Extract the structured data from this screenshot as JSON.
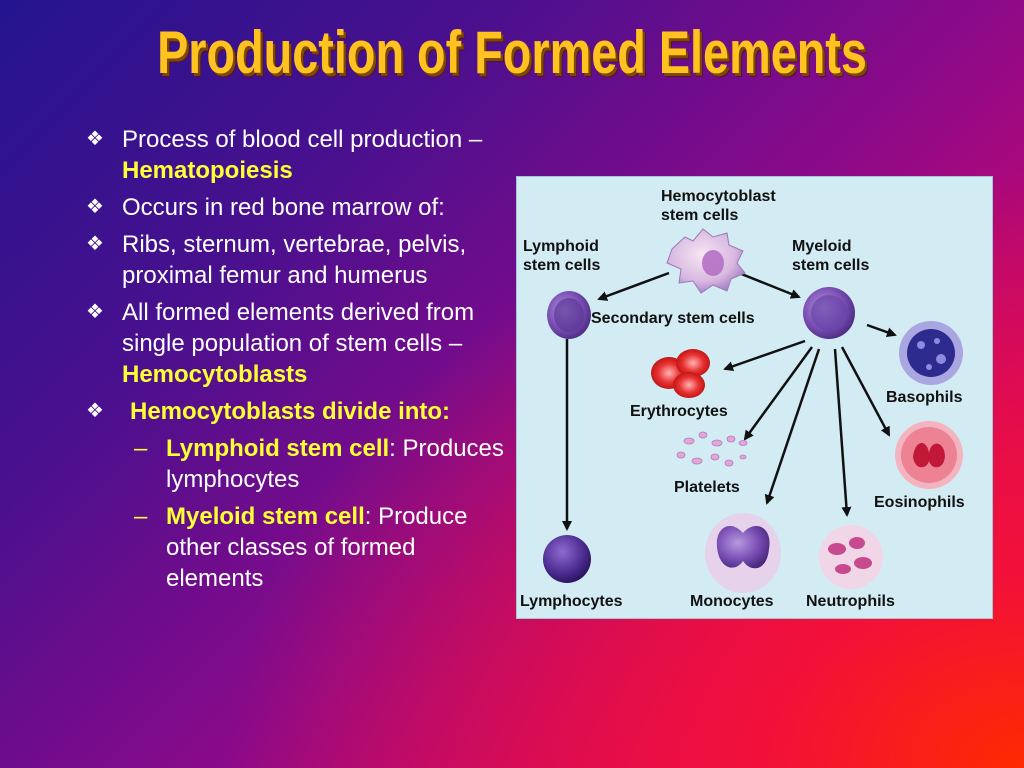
{
  "title": "Production of Formed Elements",
  "bullets": {
    "b1_text": "Process of blood cell production – ",
    "b1_highlight": "Hematopoiesis",
    "b2_text": "Occurs in red bone marrow of:",
    "b3_text": "Ribs, sternum, vertebrae, pelvis,  proximal femur and humerus",
    "b4_text": "All formed elements derived from single population of stem cells – ",
    "b4_highlight": "Hemocytoblasts",
    "b5_highlight": "Hemocytoblasts divide into:",
    "sub1_highlight": "Lymphoid stem cell",
    "sub1_text": ": Produces lymphocytes",
    "sub2_highlight": "Myeloid stem cell",
    "sub2_text": ": Produce other classes of formed elements",
    "bullet_icon": "diamond-bullet-icon",
    "dash": "–"
  },
  "diagram": {
    "hemocytoblast": "Hemocytoblast stem cells",
    "lymphoid": "Lymphoid stem cells",
    "myeloid": "Myeloid stem cells",
    "secondary": "Secondary stem cells",
    "erythrocytes": "Erythrocytes",
    "basophils": "Basophils",
    "platelets": "Platelets",
    "eosinophils": "Eosinophils",
    "lymphocytes": "Lymphocytes",
    "monocytes": "Monocytes",
    "neutrophils": "Neutrophils"
  },
  "colors": {
    "title": "#ffc21f",
    "highlight": "#ffff33",
    "diagram_bg": "#d3ecf4"
  }
}
